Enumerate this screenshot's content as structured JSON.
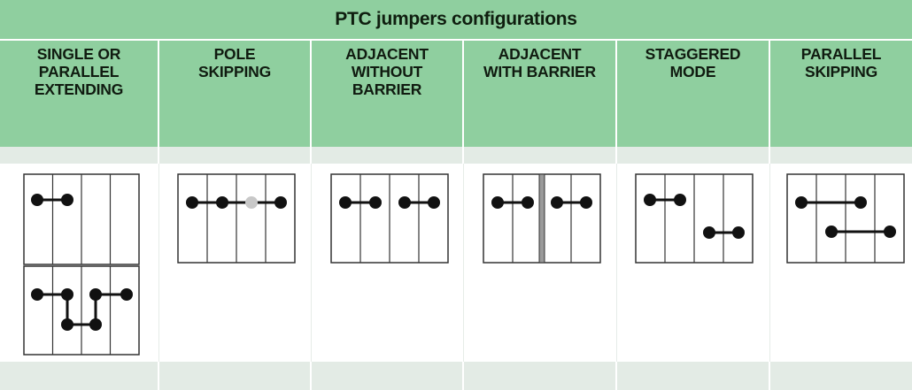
{
  "title": "PTC jumpers configurations",
  "columns": [
    {
      "header": "SINGLE OR\nPARALLEL\nEXTENDING",
      "icon": "single-or-parallel-extending-diagram"
    },
    {
      "header": "POLE\nSKIPPING",
      "icon": "pole-skipping-diagram"
    },
    {
      "header": "ADJACENT\nWITHOUT\nBARRIER",
      "icon": "adjacent-without-barrier-diagram"
    },
    {
      "header": "ADJACENT\nWITH BARRIER",
      "icon": "adjacent-with-barrier-diagram"
    },
    {
      "header": "STAGGERED\nMODE",
      "icon": "staggered-mode-diagram"
    },
    {
      "header": "PARALLEL\nSKIPPING",
      "icon": "parallel-skipping-diagram"
    }
  ],
  "colors": {
    "header_bg": "#8fcf9f",
    "band_bg": "#e3ebe5",
    "line": "#333333",
    "dot": "#111111",
    "ghost_dot": "#c8c8c8"
  }
}
